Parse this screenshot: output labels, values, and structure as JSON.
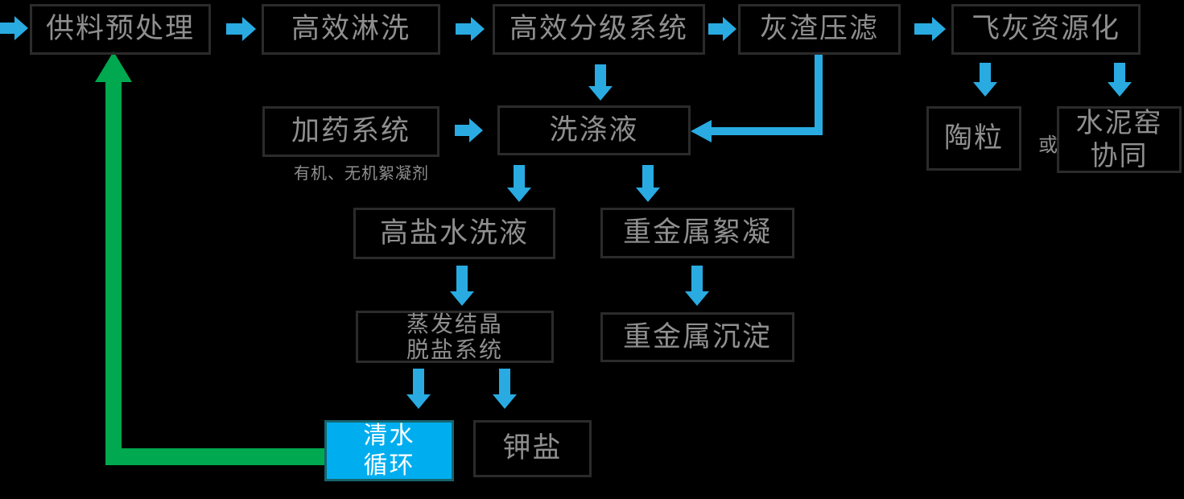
{
  "diagram": {
    "background": "#000000",
    "colors": {
      "arrow_blue": "#29ABE2",
      "arrow_green": "#00A84F",
      "box_border": "#2B2B2B",
      "box_text": "#8F8F8F",
      "highlight_fill": "#00AEEF",
      "highlight_border": "#17646E",
      "highlight_text": "#FFFFFF"
    },
    "nodes": {
      "feed_pretreatment": {
        "label": "供料预处理"
      },
      "efficient_rinsing": {
        "label": "高效淋洗"
      },
      "classification_system": {
        "label": "高效分级系统"
      },
      "ash_press_filtration": {
        "label": "灰渣压滤"
      },
      "fly_ash_utilization": {
        "label": "飞灰资源化"
      },
      "dosing_system": {
        "label": "加药系统",
        "note": "有机、无机絮凝剂"
      },
      "washing_liquid": {
        "label": "洗涤液"
      },
      "ceramsite": {
        "label": "陶粒"
      },
      "or_connector": {
        "label": "或"
      },
      "cement_kiln": {
        "line1": "水泥窑",
        "line2": "协同"
      },
      "high_salt_wash": {
        "label": "高盐水洗液"
      },
      "heavy_metal_flocculation": {
        "label": "重金属絮凝"
      },
      "evaporation_desalination": {
        "line1": "蒸发结晶",
        "line2": "脱盐系统"
      },
      "heavy_metal_precipitation": {
        "label": "重金属沉淀"
      },
      "clean_water_cycle": {
        "line1": "清水",
        "line2": "循环"
      },
      "potassium_salt": {
        "label": "钾盐"
      }
    }
  }
}
